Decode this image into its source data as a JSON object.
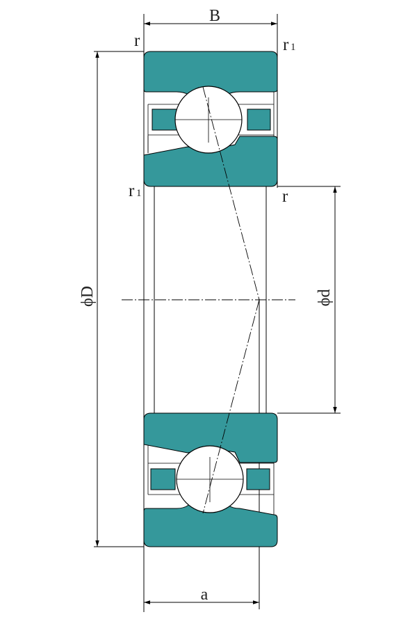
{
  "labels": {
    "width": "B",
    "outer_diameter": "ϕD",
    "bore_diameter": "ϕd",
    "load_center": "a",
    "corner_r": "r",
    "corner_r1_base": "r",
    "corner_r1_sub": "1"
  },
  "colors": {
    "ring_fill": "#35989b",
    "outline": "#000000",
    "ball_fill": "#ffffff",
    "text": "#222222"
  }
}
